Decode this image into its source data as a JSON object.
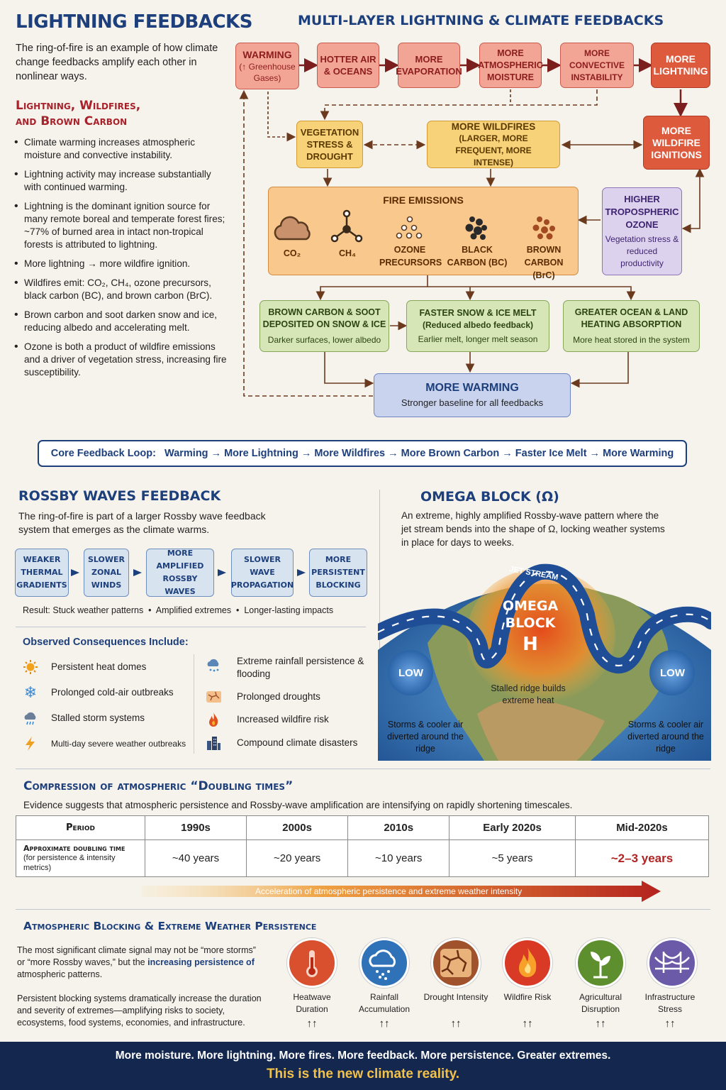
{
  "left": {
    "title": "LIGHTNING FEEDBACKS",
    "intro": "The ring-of-fire is an example of how climate change feedbacks amplify each other in nonlinear ways.",
    "subhead1": "Lightning, Wildfires,",
    "subhead2": "and Brown Carbon",
    "bullets": [
      "Climate warming increases atmospheric moisture and convective instability.",
      "Lightning activity may increase substantially with continued warming.",
      "Lightning is the dominant ignition source for many remote boreal and temperate forest fires; ~77% of burned area in intact non-tropical forests is attributed to lightning.",
      "More lightning → more wildfire ignition.",
      "Wildfires emit: CO₂, CH₄, ozone precursors, black carbon (BC), and brown carbon (BrC).",
      "Brown carbon and soot darken snow and ice, reducing albedo and accelerating melt.",
      "Ozone is both a product of wildfire emissions and a driver of vegetation stress, increasing fire susceptibility."
    ]
  },
  "flow": {
    "title": "MULTI-LAYER LIGHTNING & CLIMATE FEEDBACKS",
    "warming_title": "WARMING",
    "warming_sub": "(↑ Greenhouse Gases)",
    "hotter": "HOTTER AIR & OCEANS",
    "evap": "MORE EVAPORATION",
    "moisture": "MORE ATMOSPHERIC MOISTURE",
    "convective": "MORE CONVECTIVE INSTABILITY",
    "lightning": "MORE LIGHTNING",
    "veg": "VEGETATION STRESS & DROUGHT",
    "wildfires": "MORE WILDFIRES",
    "wildfires_sub": "(LARGER, MORE FREQUENT, MORE INTENSE)",
    "ignitions": "MORE WILDFIRE IGNITIONS",
    "emissions": "FIRE EMISSIONS",
    "em_items": [
      "CO₂",
      "CH₄",
      "OZONE PRECURSORS",
      "BLACK CARBON (BC)",
      "BROWN CARBON (BrC)"
    ],
    "ozone": "HIGHER TROPOSPHERIC OZONE",
    "ozone_sub": "Vegetation stress & reduced productivity",
    "brown": "BROWN CARBON & SOOT DEPOSITED ON SNOW & ICE",
    "brown_sub": "Darker surfaces, lower albedo",
    "snow": "FASTER SNOW & ICE MELT",
    "snow_mid": "(Reduced albedo feedback)",
    "snow_sub": "Earlier melt, longer melt season",
    "ocean": "GREATER OCEAN & LAND HEATING ABSORPTION",
    "ocean_sub": "More heat stored in the system",
    "more_warming": "MORE WARMING",
    "more_warming_sub": "Stronger baseline for all feedbacks"
  },
  "core_loop": "Core Feedback Loop:   Warming → More Lightning → More Wildfires → More Brown Carbon → Faster Ice Melt → More Warming",
  "rossby": {
    "title": "ROSSBY WAVES FEEDBACK",
    "intro": "The ring-of-fire is part of a larger Rossby wave feedback system that emerges as the climate warms.",
    "chain": [
      "WEAKER THERMAL GRADIENTS",
      "SLOWER ZONAL WINDS",
      "MORE AMPLIFIED ROSSBY WAVES",
      "SLOWER WAVE PROPAGATION",
      "MORE PERSISTENT BLOCKING"
    ],
    "result": "Result: Stuck weather patterns  •  Amplified extremes  •  Longer-lasting impacts",
    "cons_title": "Observed Consequences Include:",
    "cons_left": [
      "Persistent heat domes",
      "Prolonged cold-air outbreaks",
      "Stalled storm systems",
      "Multi-day severe weather outbreaks"
    ],
    "cons_right": [
      "Extreme rainfall persistence & flooding",
      "Prolonged droughts",
      "Increased wildfire risk",
      "Compound climate disasters"
    ]
  },
  "omega": {
    "title": "OMEGA BLOCK (Ω)",
    "desc": "An extreme, highly amplified Rossby-wave pattern where the jet stream bends into the shape of Ω, locking weather systems in place for days to weeks.",
    "jet": "JET STREAM",
    "block1": "OMEGA",
    "block2": "BLOCK",
    "h": "H",
    "low": "LOW",
    "ridge": "Stalled ridge builds extreme heat",
    "storms": "Storms & cooler air diverted around the ridge"
  },
  "doubling": {
    "title": "Compression of atmospheric “Doubling times”",
    "intro": "Evidence suggests that atmospheric persistence and Rossby-wave amplification are intensifying on rapidly shortening timescales.",
    "period_label": "Period",
    "periods": [
      "1990s",
      "2000s",
      "2010s",
      "Early 2020s",
      "Mid-2020s"
    ],
    "row_label": "Approximate doubling time",
    "row_sub": "(for persistence & intensity metrics)",
    "values": [
      "~40 years",
      "~20 years",
      "~10 years",
      "~5 years",
      "~2–3 years"
    ],
    "arrow": "Acceleration of atmospheric persistence and extreme weather intensity"
  },
  "blocking": {
    "title": "Atmospheric Blocking & Extreme Weather Persistence",
    "p1a": "The most significant climate signal may not be “more storms” or “more Rossby waves,” but the ",
    "p1b": "increasing persistence of",
    "p1c": " atmospheric patterns.",
    "p2": "Persistent blocking systems dramatically increase the duration and severity of extremes—amplifying risks to society, ecosystems, food systems, economies, and infrastructure.",
    "items": [
      {
        "label": "Heatwave Duration",
        "color": "#d9502f",
        "icon": "thermometer-icon"
      },
      {
        "label": "Rainfall Accumulation",
        "color": "#2f72b8",
        "icon": "rain-cloud-icon"
      },
      {
        "label": "Drought Intensity",
        "color": "#a0522d",
        "icon": "cracked-earth-icon"
      },
      {
        "label": "Wildfire Risk",
        "color": "#d93a26",
        "icon": "flame-icon"
      },
      {
        "label": "Agricultural Disruption",
        "color": "#5e8f2f",
        "icon": "sprout-icon"
      },
      {
        "label": "Infrastructure Stress",
        "color": "#6b5aa8",
        "icon": "bridge-icon"
      }
    ],
    "arrows": "↑↑"
  },
  "footer": {
    "line1": "More moisture. More lightning. More fires. More feedback. More persistence. Greater extremes.",
    "line2": "This is the new climate reality."
  }
}
